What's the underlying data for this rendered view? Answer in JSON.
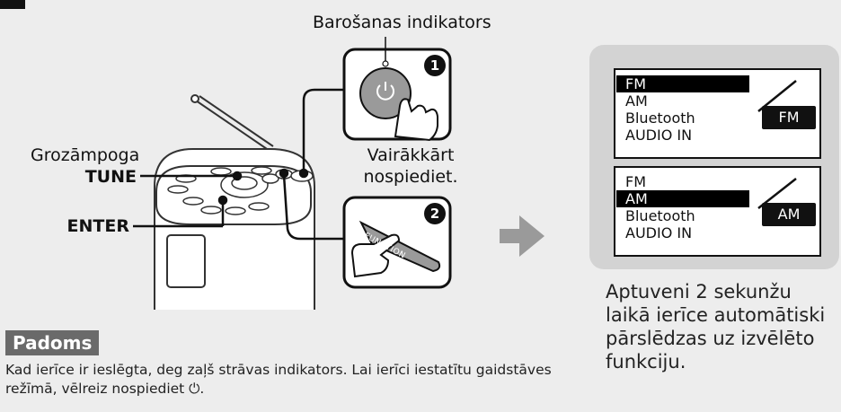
{
  "labels": {
    "power_indicator": "Barošanas indikators",
    "dial_line1": "Grozāmpoga",
    "dial_line2": "TUNE",
    "enter": "ENTER",
    "repeat_line1": "Vairākkārt",
    "repeat_line2": "nospiediet.",
    "function_key": "FUNCTION"
  },
  "steps": [
    {
      "number": "1"
    },
    {
      "number": "2"
    }
  ],
  "displays": [
    {
      "items": [
        "FM",
        "AM",
        "Bluetooth",
        "AUDIO IN"
      ],
      "selected": "FM",
      "badge": "FM"
    },
    {
      "items": [
        "FM",
        "AM",
        "Bluetooth",
        "AUDIO IN"
      ],
      "selected": "AM",
      "badge": "AM"
    }
  ],
  "caption": "Aptuveni 2 sekunžu laikā ierīce automātiski pārslēdzas uz izvēlēto funkciju.",
  "tips": {
    "title": "Padoms",
    "text": "Kad ierīce ir ieslēgta, deg zaļš strāvas indikators. Lai ierīci iestatītu gaidstāves režīmā, vēlreiz nospiediet ⏻."
  },
  "icons": [
    "power-icon",
    "finger-press-icon",
    "radio-icon",
    "arrow-right-icon"
  ],
  "colors": {
    "background": "#ededed",
    "panel": "#d3d3d3",
    "tips_header": "#6a6a6a",
    "dark": "#111111"
  }
}
